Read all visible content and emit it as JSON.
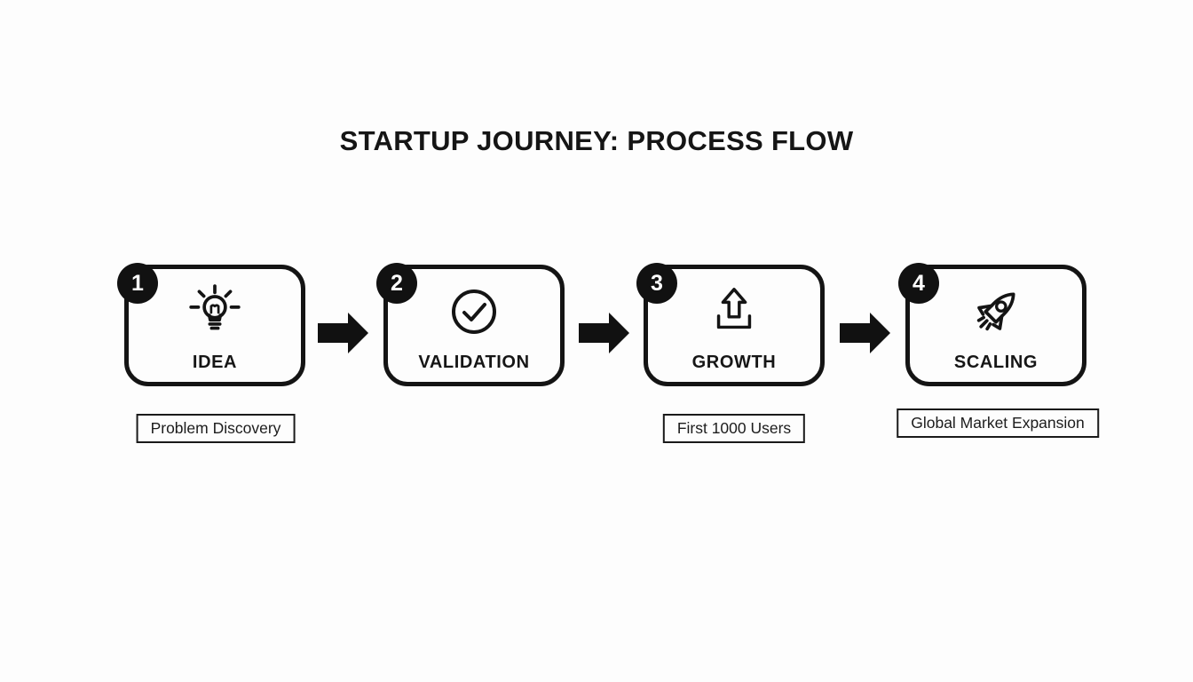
{
  "title": "STARTUP JOURNEY: PROCESS FLOW",
  "steps": [
    {
      "number": "1",
      "label": "IDEA",
      "icon": "lightbulb-icon",
      "sublabel": "Problem Discovery"
    },
    {
      "number": "2",
      "label": "VALIDATION",
      "icon": "check-circle-icon",
      "sublabel": ""
    },
    {
      "number": "3",
      "label": "GROWTH",
      "icon": "upload-arrow-icon",
      "sublabel": "First 1000 Users"
    },
    {
      "number": "4",
      "label": "SCALING",
      "icon": "rocket-icon",
      "sublabel": "Global Market Expansion"
    }
  ],
  "colors": {
    "ink": "#141414",
    "background": "#fdfdfd",
    "badge_fill": "#111111",
    "badge_text": "#ffffff"
  }
}
